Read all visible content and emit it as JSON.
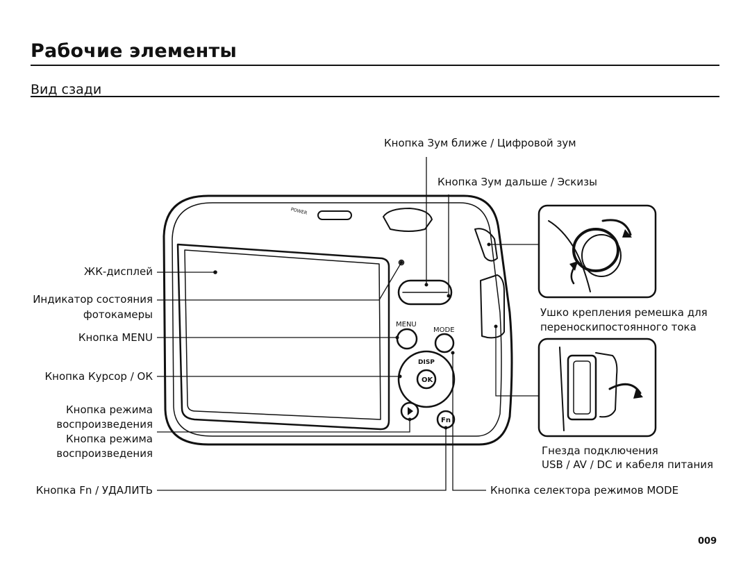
{
  "header": {
    "title": "Рабочие элементы",
    "subtitle": "Вид сзади"
  },
  "camera": {
    "power_label": "POWER",
    "menu_label": "MENU",
    "mode_label": "MODE",
    "disp_label": "DISP",
    "ok_label": "OK",
    "fn_label": "Fn"
  },
  "callouts": {
    "zoom_in": "Кнопка Зум ближе / Цифровой зум",
    "zoom_out": "Кнопка Зум дальше / Эскизы",
    "lcd": "ЖК-дисплей",
    "status_indicator_line1": "Индикатор состояния",
    "status_indicator_line2": "фотокамеры",
    "menu_button": "Кнопка MENU",
    "cursor_ok": "Кнопка Курсор / ОК",
    "playback_1_line1": "Кнопка режима",
    "playback_1_line2": "воспроизведения",
    "playback_2_line1": "Кнопка режима",
    "playback_2_line2": "воспроизведения",
    "fn_delete": "Кнопка Fn / УДАЛИТЬ",
    "mode_selector": "Кнопка селектора режимов MODE",
    "strap_line1": "Ушко крепления ремешка для",
    "strap_line2": "переноскипостоянного тока",
    "ports_line1": "Гнезда подключения",
    "ports_line2": "USB / AV / DC и кабеля питания"
  },
  "page_number": "009"
}
